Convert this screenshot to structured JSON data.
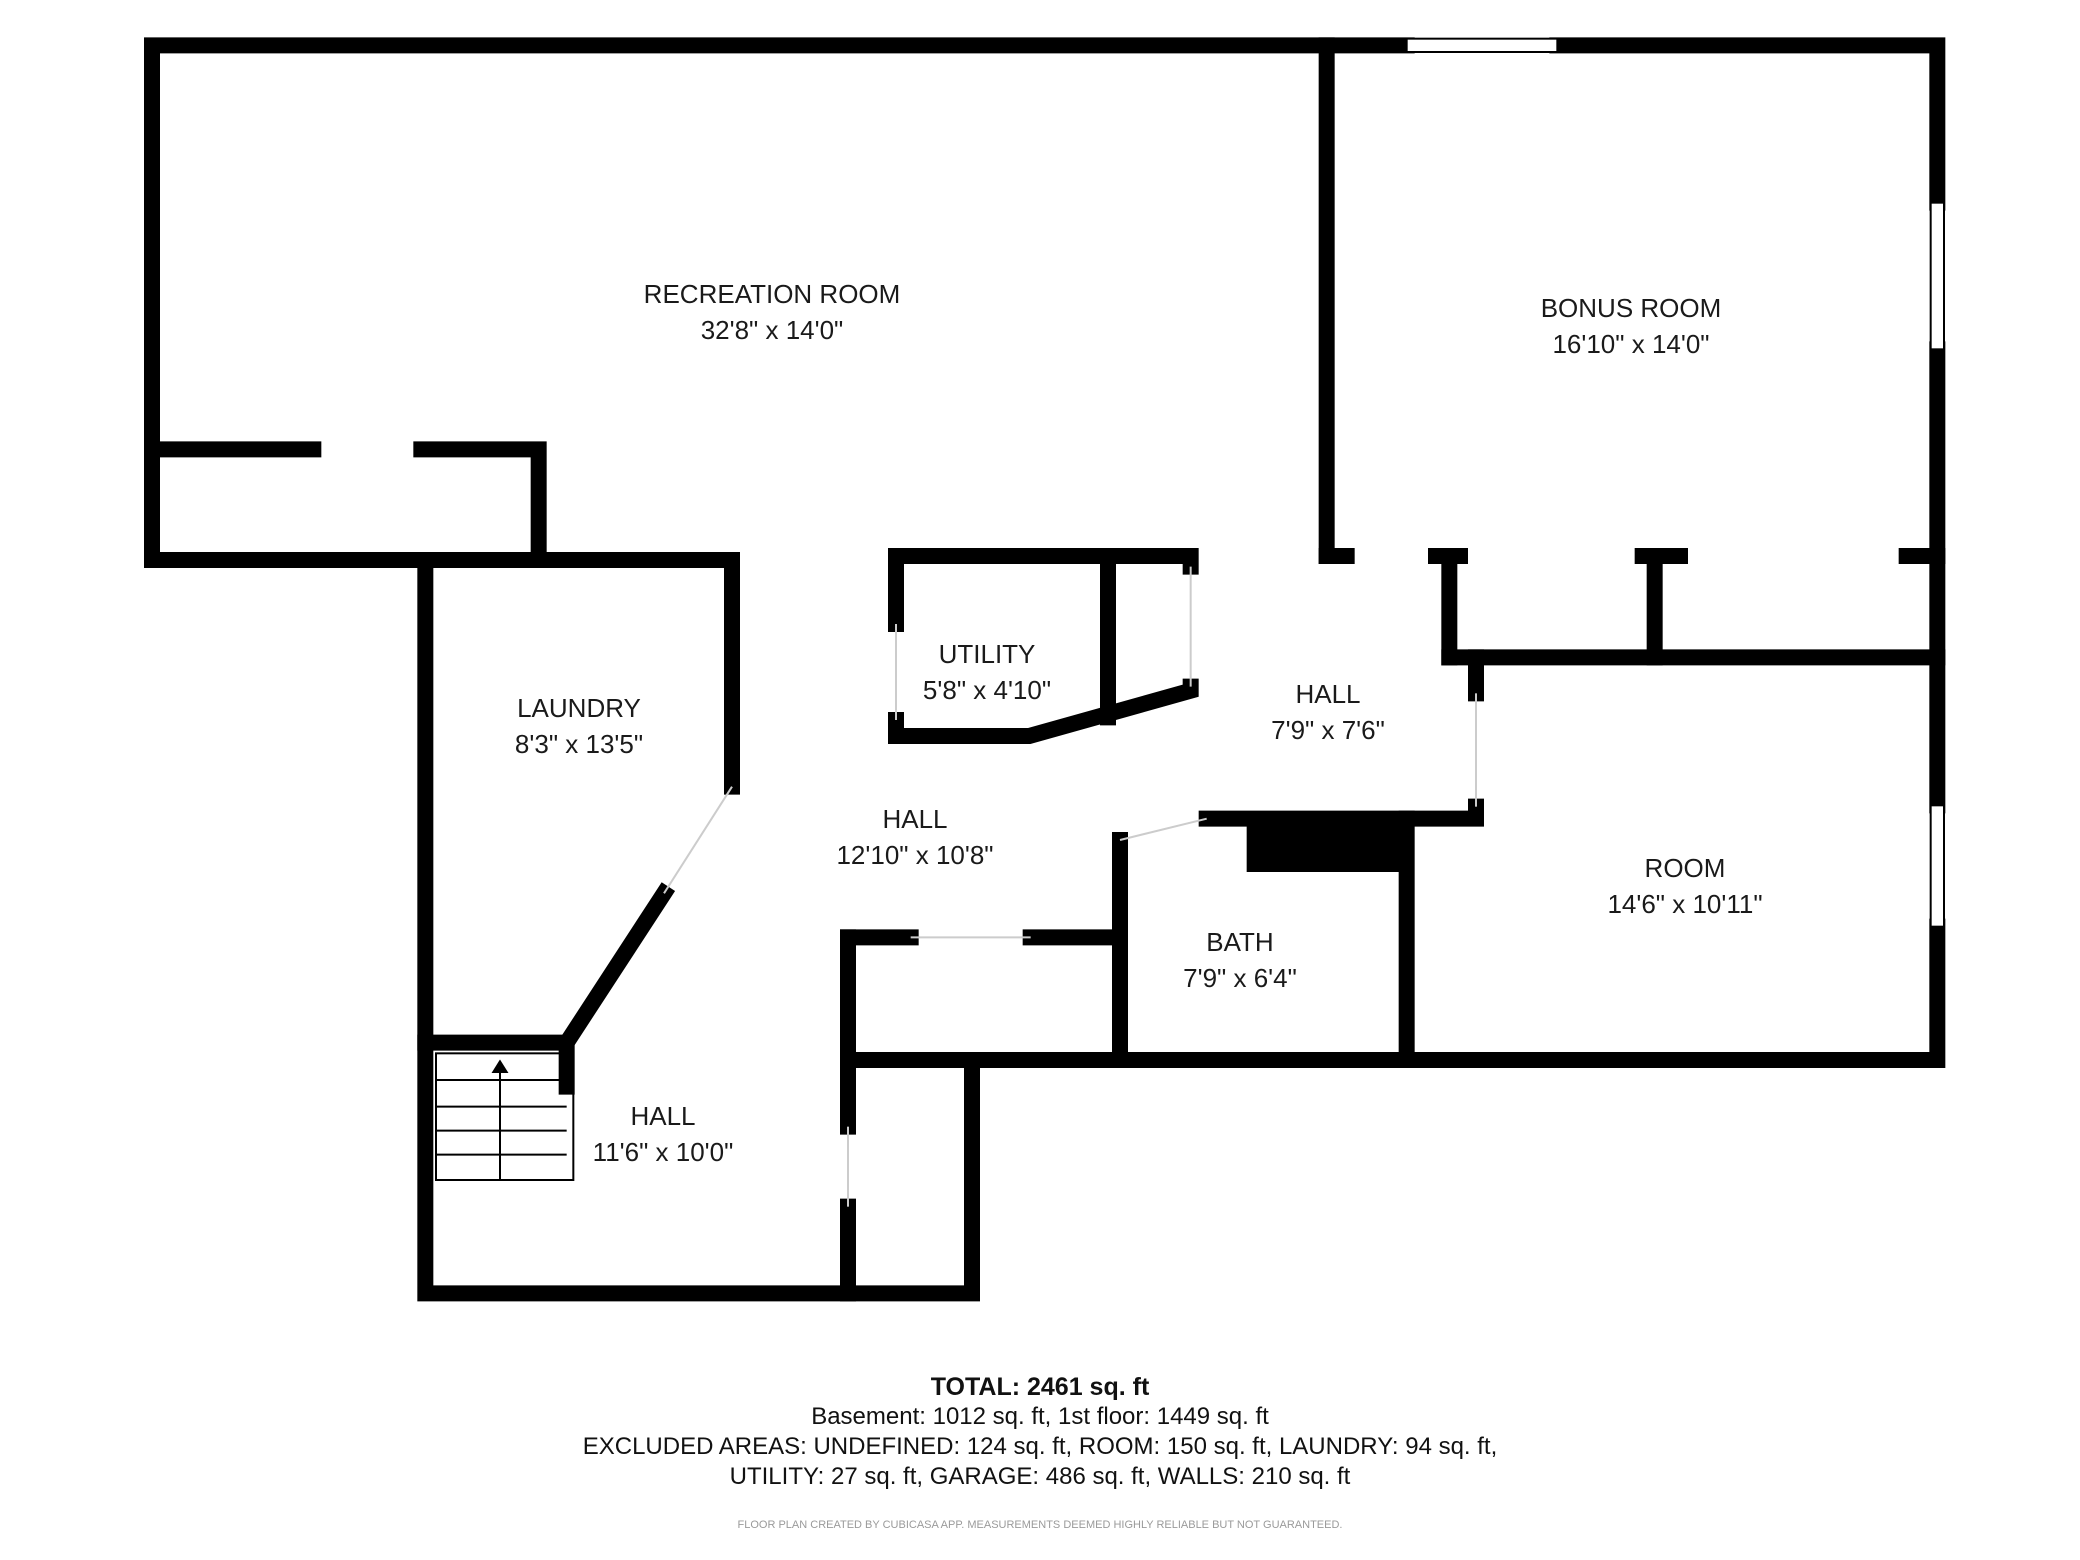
{
  "rooms": [
    {
      "name": "RECREATION ROOM",
      "size": "32'8\" x 14'0\""
    },
    {
      "name": "BONUS ROOM",
      "size": "16'10\" x 14'0\""
    },
    {
      "name": "UTILITY",
      "size": "5'8\" x 4'10\""
    },
    {
      "name": "HALL",
      "size": "7'9\" x 7'6\""
    },
    {
      "name": "LAUNDRY",
      "size": "8'3\" x 13'5\""
    },
    {
      "name": "HALL",
      "size": "12'10\" x 10'8\""
    },
    {
      "name": "ROOM",
      "size": "14'6\" x 10'11\""
    },
    {
      "name": "BATH",
      "size": "7'9\" x 6'4\""
    },
    {
      "name": "HALL",
      "size": "11'6\" x 10'0\""
    }
  ],
  "footer": {
    "total": "TOTAL: 2461 sq. ft",
    "floors": "Basement: 1012 sq. ft, 1st floor: 1449 sq. ft",
    "excluded_1": "EXCLUDED AREAS: UNDEFINED: 124 sq. ft, ROOM: 150 sq. ft, LAUNDRY: 94 sq. ft,",
    "excluded_2": "UTILITY: 27 sq. ft, GARAGE: 486 sq. ft, WALLS: 210 sq. ft",
    "credit": "FLOOR PLAN CREATED BY CUBICASA APP. MEASUREMENTS DEEMED HIGHLY RELIABLE BUT NOT GUARANTEED."
  }
}
